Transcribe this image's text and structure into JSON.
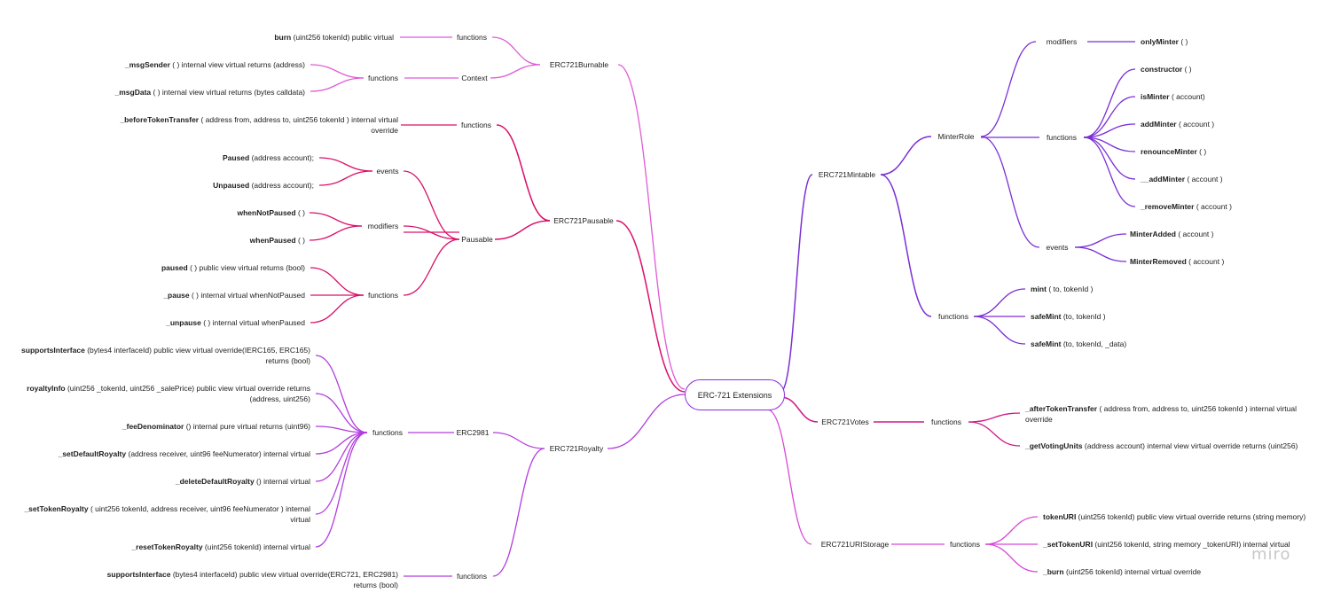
{
  "root": {
    "label": "ERC-721 Extensions"
  },
  "colors": {
    "burnable": "#e05ad6",
    "pausable": "#d9106a",
    "royalty": "#b23de0",
    "mintable": "#7a2fd6",
    "votes": "#cf1a8a",
    "uristorage": "#d848d8",
    "root_border": "#8a2be2"
  },
  "watermark": "miro",
  "branches": [
    {
      "id": "burnable",
      "label": "ERC721Burnable",
      "children": [
        {
          "label": "functions",
          "children": [
            {
              "b": "burn",
              "r": " (uint256 tokenId) public virtual"
            }
          ]
        },
        {
          "label": "Context",
          "children": [
            {
              "label": "functions",
              "children": [
                {
                  "b": "_msgSender",
                  "r": " ( ) internal view virtual returns (address)"
                },
                {
                  "b": "_msgData",
                  "r": " ( ) internal view virtual returns (bytes calldata)"
                }
              ]
            }
          ]
        }
      ]
    },
    {
      "id": "pausable",
      "label": "ERC721Pausable",
      "children": [
        {
          "label": "functions",
          "children": [
            {
              "b": "_beforeTokenTransfer",
              "r": " ( address from, address to, uint256 tokenId    ) internal virtual",
              "r2": "override"
            }
          ]
        },
        {
          "label": "Pausable",
          "children": [
            {
              "label": "events",
              "children": [
                {
                  "b": "Paused",
                  "r": " (address account);"
                },
                {
                  "b": "Unpaused",
                  "r": " (address account);"
                }
              ]
            },
            {
              "label": "modifiers",
              "children": [
                {
                  "b": "whenNotPaused",
                  "r": " ( )"
                },
                {
                  "b": "whenPaused",
                  "r": " ( )"
                }
              ]
            },
            {
              "label": "functions",
              "children": [
                {
                  "b": "paused",
                  "r": " ( ) public view virtual returns (bool)"
                },
                {
                  "b": "_pause",
                  "r": " ( ) internal virtual whenNotPaused"
                },
                {
                  "b": "_unpause",
                  "r": " ( ) internal virtual whenPaused"
                }
              ]
            }
          ]
        }
      ]
    },
    {
      "id": "royalty",
      "label": "ERC721Royalty",
      "children": [
        {
          "label": "ERC2981",
          "children": [
            {
              "label": "functions",
              "children": [
                {
                  "b": "supportsInterface",
                  "r": " (bytes4 interfaceId) public view virtual override(IERC165, ERC165)",
                  "r2": "returns (bool)"
                },
                {
                  "b": "royaltyInfo",
                  "r": " (uint256 _tokenId, uint256 _salePrice) public view virtual override returns",
                  "r2": "(address, uint256)"
                },
                {
                  "b": "_feeDenominator",
                  "r": " () internal pure virtual returns (uint96)"
                },
                {
                  "b": "_setDefaultRoyalty",
                  "r": " (address receiver, uint96 feeNumerator) internal virtual"
                },
                {
                  "b": "_deleteDefaultRoyalty",
                  "r": " () internal virtual"
                },
                {
                  "b": "_setTokenRoyalty",
                  "r": " ( uint256 tokenId,  address receiver, uint96 feeNumerator    ) internal",
                  "r2": "virtual"
                },
                {
                  "b": "_resetTokenRoyalty",
                  "r": " (uint256 tokenId) internal virtual"
                }
              ]
            }
          ]
        },
        {
          "label": "functions",
          "children": [
            {
              "b": "supportsInterface",
              "r": " (bytes4 interfaceId) public view virtual override(ERC721, ERC2981)",
              "r2": "returns (bool)"
            }
          ]
        }
      ]
    },
    {
      "id": "mintable",
      "label": "ERC721Mintable",
      "children": [
        {
          "label": "MinterRole",
          "children": [
            {
              "label": "modifiers",
              "children": [
                {
                  "b": "onlyMinter",
                  "r": " ( )"
                }
              ]
            },
            {
              "label": "functions",
              "children": [
                {
                  "b": "constructor",
                  "r": " ( )"
                },
                {
                  "b": "isMinter",
                  "r": " ( account)"
                },
                {
                  "b": "addMinter",
                  "r": " ( account )"
                },
                {
                  "b": "renounceMinter",
                  "r": " ( )"
                },
                {
                  "b": "__addMinter",
                  "r": " ( account )"
                },
                {
                  "b": "_removeMinter",
                  "r": " ( account )"
                }
              ]
            },
            {
              "label": "events",
              "children": [
                {
                  "b": "MinterAdded",
                  "r": " ( account )"
                },
                {
                  "b": "MinterRemoved",
                  "r": " ( account )"
                }
              ]
            }
          ]
        },
        {
          "label": "functions",
          "children": [
            {
              "b": "mint",
              "r": " ( to, tokenId )"
            },
            {
              "b": "safeMint",
              "r": " (to, tokenId )"
            },
            {
              "b": "safeMint",
              "r": " (to, tokenId, _data)"
            }
          ]
        }
      ]
    },
    {
      "id": "votes",
      "label": "ERC721Votes",
      "children": [
        {
          "label": "functions",
          "children": [
            {
              "b": "_afterTokenTransfer",
              "r": " ( address from, address to, uint256 tokenId    ) internal virtual",
              "r2": "override"
            },
            {
              "b": "_getVotingUnits",
              "r": " (address account) internal view virtual override returns (uint256)"
            }
          ]
        }
      ]
    },
    {
      "id": "uristorage",
      "label": "ERC721URIStorage",
      "children": [
        {
          "label": "functions",
          "children": [
            {
              "b": "tokenURI",
              "r": " (uint256 tokenId) public view virtual override returns (string memory)"
            },
            {
              "b": "_setTokenURI",
              "r": " (uint256 tokenId, string memory _tokenURI) internal virtual"
            },
            {
              "b": "_burn",
              "r": " (uint256 tokenId) internal virtual override"
            }
          ]
        }
      ]
    }
  ]
}
